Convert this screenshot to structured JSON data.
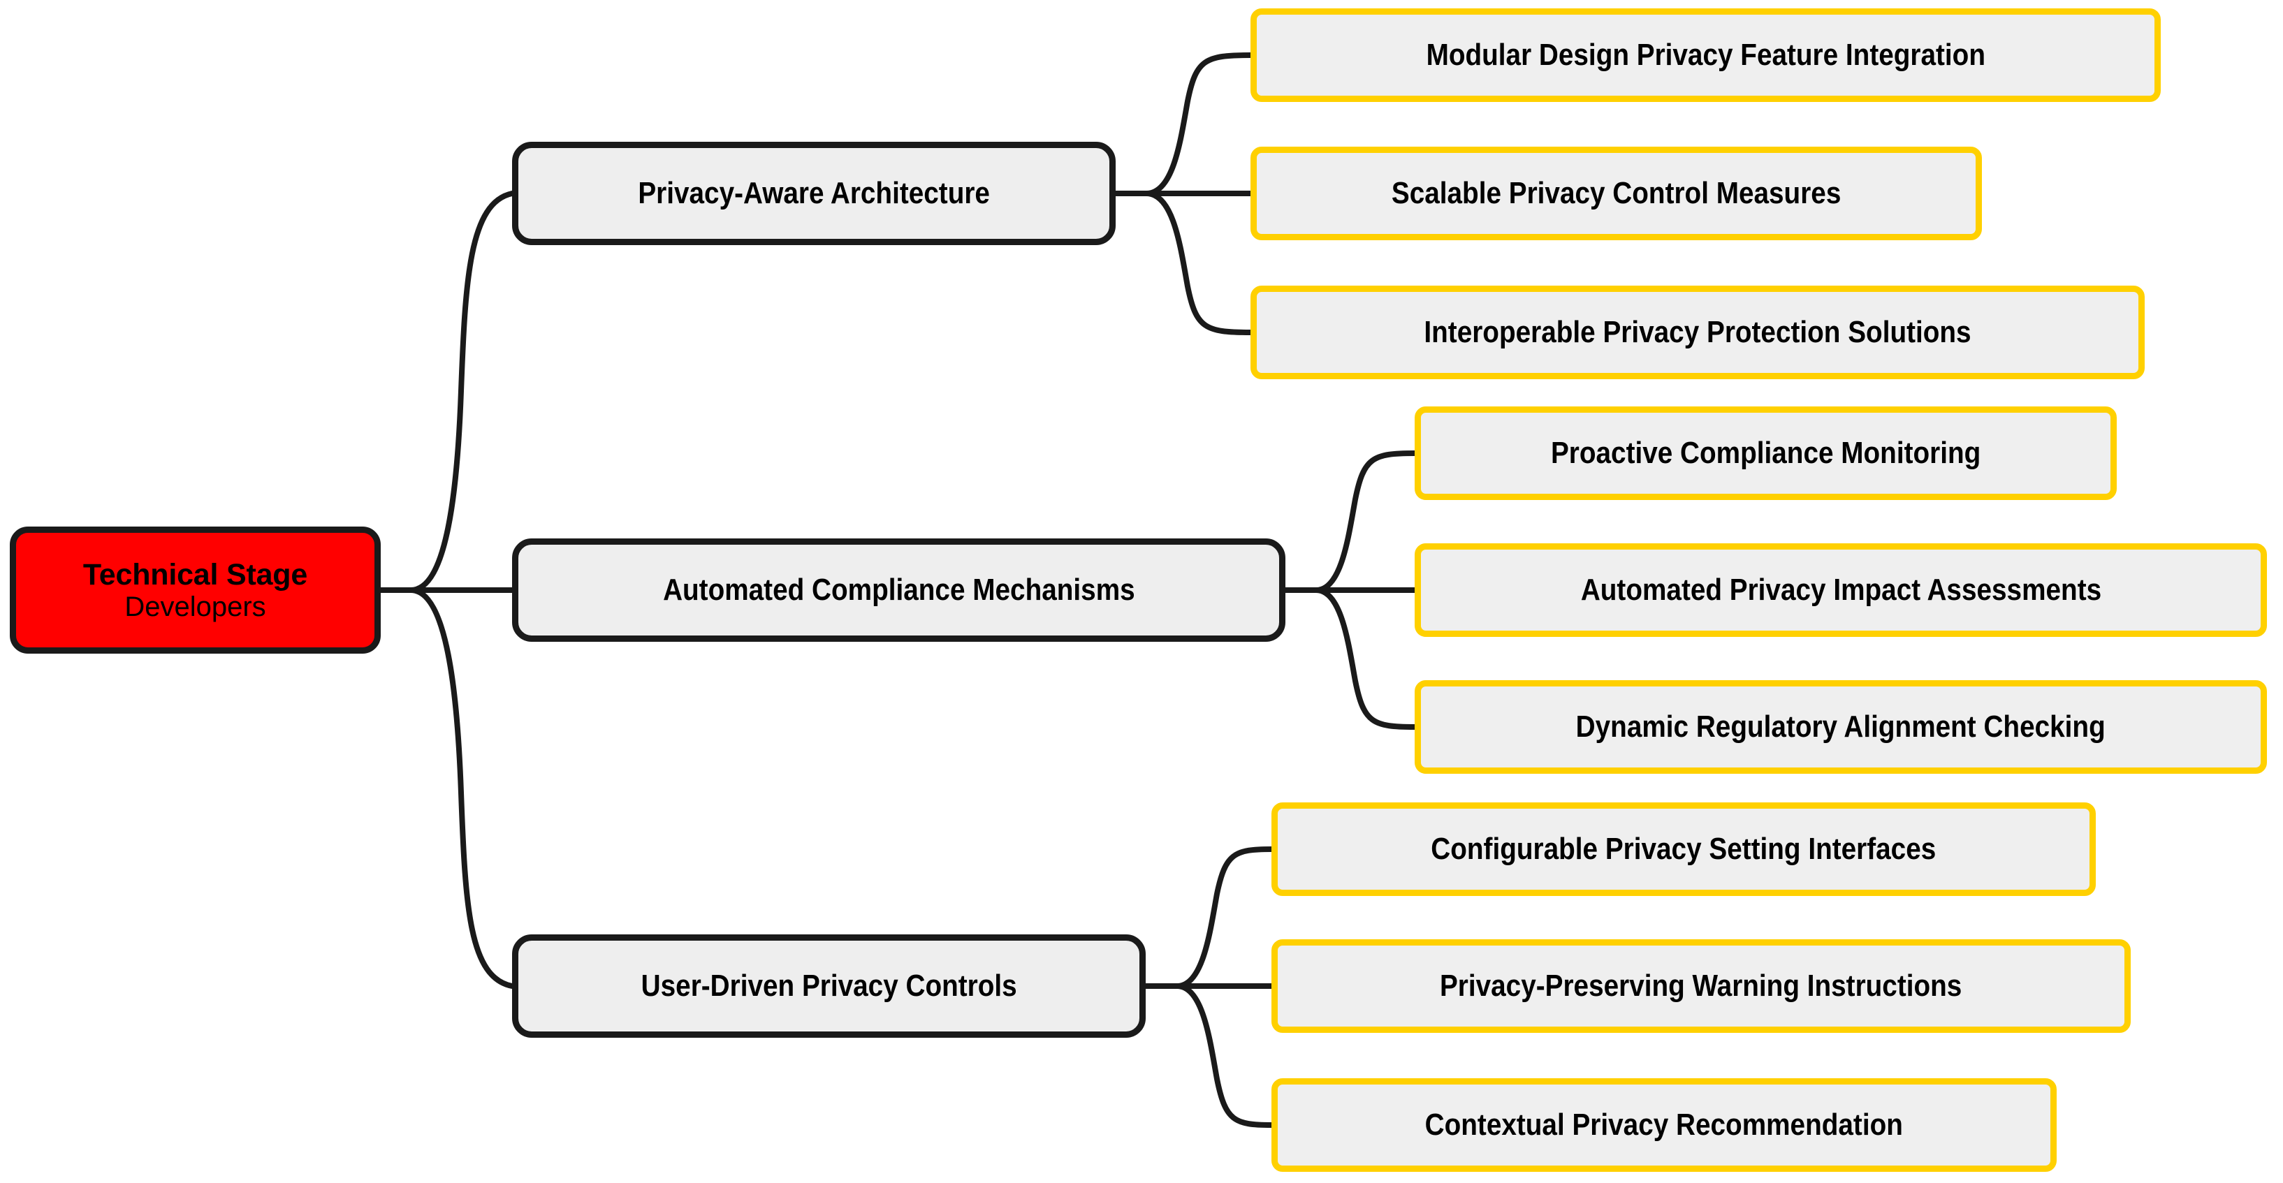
{
  "diagram": {
    "type": "mind-map",
    "colors": {
      "root_fill": "#ff0000",
      "root_stroke": "#1a1a1a",
      "branch_fill": "#eeeeee",
      "branch_stroke": "#1a1a1a",
      "leaf_fill": "#efefef",
      "leaf_stroke": "#ffd000",
      "edge_stroke": "#1a1a1a",
      "background": "#ffffff",
      "text": "#000000"
    },
    "root": {
      "title": "Technical Stage",
      "subtitle": "Developers"
    },
    "branches": [
      {
        "label": "Privacy-Aware Architecture",
        "leaves": [
          "Modular Design Privacy Feature Integration",
          "Scalable Privacy Control Measures",
          "Interoperable Privacy Protection Solutions"
        ]
      },
      {
        "label": "Automated Compliance Mechanisms",
        "leaves": [
          "Proactive Compliance Monitoring",
          "Automated Privacy Impact Assessments",
          "Dynamic Regulatory Alignment Checking"
        ]
      },
      {
        "label": "User-Driven Privacy Controls",
        "leaves": [
          "Configurable Privacy Setting Interfaces",
          "Privacy-Preserving Warning Instructions",
          "Contextual Privacy Recommendation"
        ]
      }
    ]
  }
}
